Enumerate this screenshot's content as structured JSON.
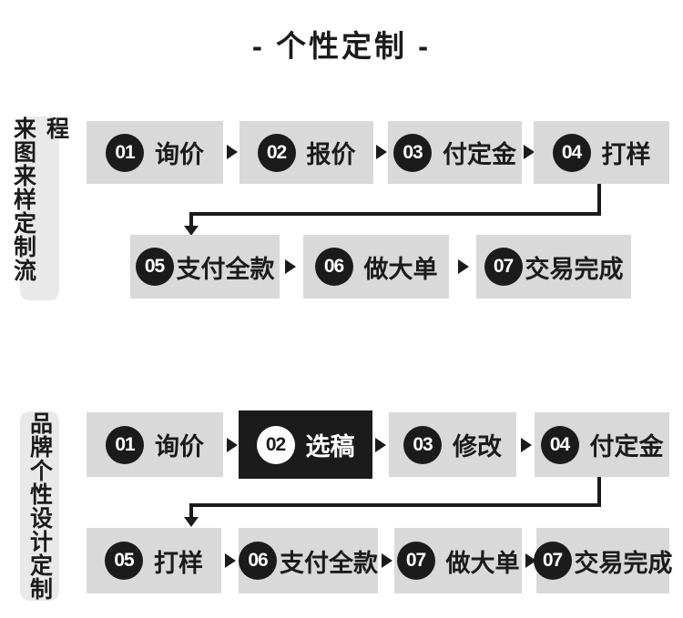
{
  "title": "- 个性定制 -",
  "colors": {
    "background": "#ffffff",
    "box_bg": "#d9d9d9",
    "side_label_bg": "#e9e9e9",
    "ink": "#1b1b1b",
    "highlight_bg": "#1b1b1b",
    "highlight_text": "#ffffff"
  },
  "icons": {
    "step_arrow": "right-arrow-icon",
    "connector_arrow": "down-arrow-icon"
  },
  "sections": [
    {
      "side_label": "来图来样定制流程",
      "rows": [
        {
          "boxes": [
            {
              "num": "01",
              "label": "询价"
            },
            {
              "num": "02",
              "label": "报价"
            },
            {
              "num": "03",
              "label": "付定金"
            },
            {
              "num": "04",
              "label": "打样"
            }
          ]
        },
        {
          "boxes": [
            {
              "num": "05",
              "label": "支付全款"
            },
            {
              "num": "06",
              "label": "做大单"
            },
            {
              "num": "07",
              "label": "交易完成"
            }
          ]
        }
      ]
    },
    {
      "side_label": "品牌个性设计定制",
      "rows": [
        {
          "boxes": [
            {
              "num": "01",
              "label": "询价"
            },
            {
              "num": "02",
              "label": "选稿",
              "highlighted": true
            },
            {
              "num": "03",
              "label": "修改"
            },
            {
              "num": "04",
              "label": "付定金"
            }
          ]
        },
        {
          "boxes": [
            {
              "num": "05",
              "label": "打样"
            },
            {
              "num": "06",
              "label": "支付全款"
            },
            {
              "num": "07",
              "label": "做大单"
            },
            {
              "num": "07",
              "label": "交易完成"
            }
          ]
        }
      ]
    }
  ]
}
